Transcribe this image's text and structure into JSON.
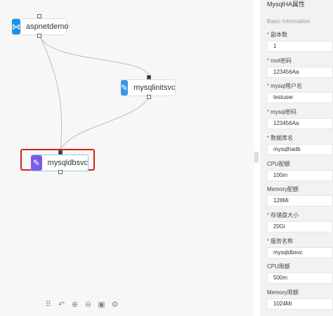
{
  "nodes": {
    "aspnet": {
      "label": "aspnetdemo",
      "icon": "deploy-icon"
    },
    "init": {
      "label": "mysqlinitsvc",
      "icon": "dolphin-icon"
    },
    "db": {
      "label": "mysqldbsvc",
      "icon": "dolphin-icon"
    }
  },
  "toolbar": [
    "drag-handle-icon",
    "undo-icon",
    "zoom-in-icon",
    "zoom-out-icon",
    "save-icon",
    "settings-icon"
  ],
  "panel": {
    "title": "MysqlHA属性",
    "section": "Basic Information",
    "fields": [
      {
        "label": "副本数",
        "value": "1",
        "required": true
      },
      {
        "label": "root密码",
        "value": "123456Aa",
        "required": true
      },
      {
        "label": "mysql用户名",
        "value": "testuser",
        "required": true
      },
      {
        "label": "mysql密码",
        "value": "123456Aa",
        "required": true
      },
      {
        "label": "数据库名",
        "value": "mysqlhadb",
        "required": true
      },
      {
        "label": "CPU配额",
        "value": "100m",
        "required": false
      },
      {
        "label": "Memory配额",
        "value": "128Mi",
        "required": false
      },
      {
        "label": "存储盘大小",
        "value": "20Gi",
        "required": true
      },
      {
        "label": "服务名称",
        "value": "mysqldbsvc",
        "required": true
      },
      {
        "label": "CPU限额",
        "value": "500m",
        "required": false
      },
      {
        "label": "Memory限额",
        "value": "1024Mi",
        "required": false
      }
    ]
  },
  "colors": {
    "selection": "#d6201a",
    "accent": "#1e8fe6"
  }
}
